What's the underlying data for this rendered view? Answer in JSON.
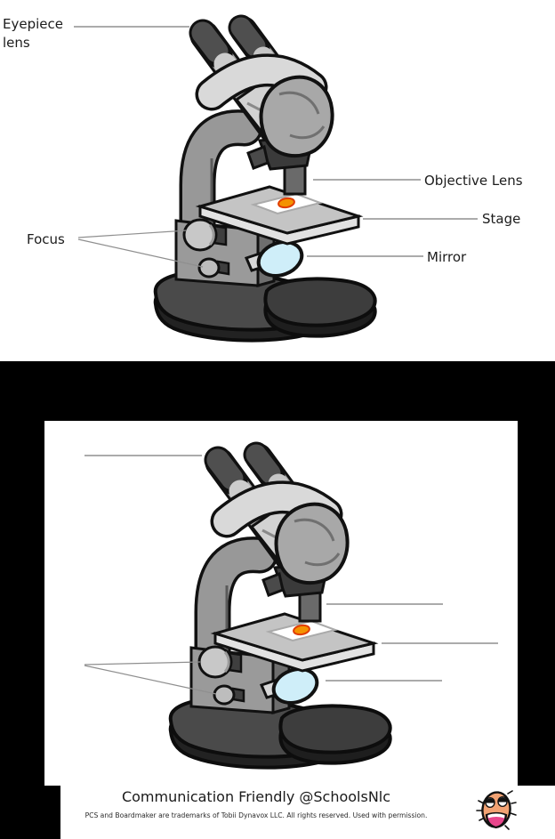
{
  "top_panel": {
    "labels": {
      "eyepiece": "Eyepiece lens",
      "objective": "Objective Lens",
      "stage": "Stage",
      "mirror": "Mirror",
      "focus": "Focus"
    }
  },
  "bottom_panel": {
    "blank_lines": [
      "eyepiece",
      "objective",
      "stage",
      "mirror",
      "focus-upper",
      "focus-lower"
    ],
    "blank_answer_count": 5
  },
  "footer": {
    "title": "Communication Friendly @SchoolsNlc",
    "disclaimer": "PCS and Boardmaker are trademarks of Tobii Dynavox LLC.  All rights reserved.  Used with permission.",
    "logo_icon": "laughing-face-icon"
  },
  "illustration": {
    "name": "cartoon binocular microscope",
    "instances": [
      "labeled diagram",
      "unlabeled diagram for filling in"
    ]
  },
  "colors": {
    "background": "#000000",
    "panel": "#ffffff",
    "leader_line": "#8f8f8f",
    "specimen_orange": "#f49200",
    "mirror_blue": "#cfeef9",
    "smiley_skin": "#f2a273",
    "smiley_mouth": "#e8468c"
  }
}
